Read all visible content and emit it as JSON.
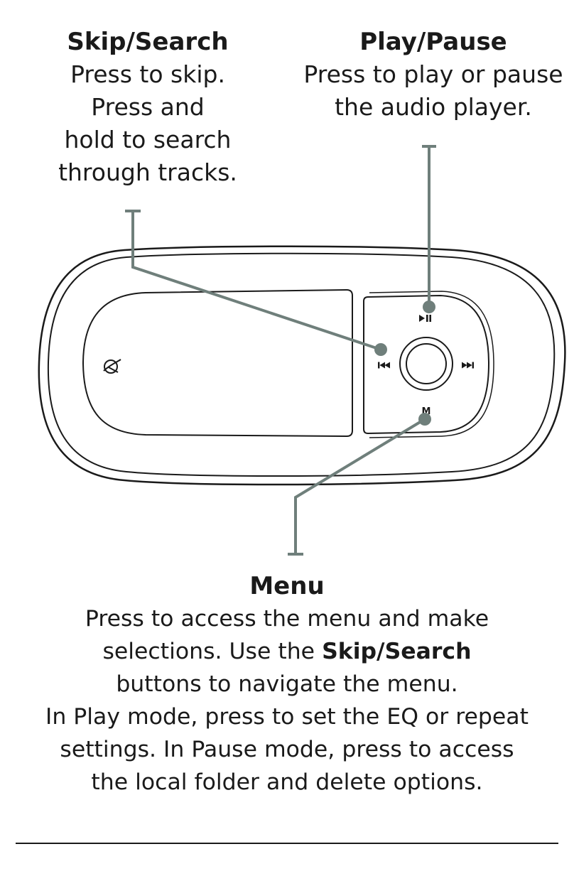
{
  "skip_search": {
    "title": "Skip/Search",
    "lines": [
      "Press to skip.",
      "Press and",
      "hold to search",
      "through tracks."
    ]
  },
  "play_pause": {
    "title": "Play/Pause",
    "lines": [
      "Press to play or pause",
      "the audio player."
    ]
  },
  "menu": {
    "title": "Menu",
    "line1": "Press to access the menu and make",
    "line2_pre": "selections. Use the ",
    "line2_bold": "Skip/Search",
    "line3": "buttons to navigate the menu.",
    "line4": "In Play mode, press to set the EQ or repeat",
    "line5": "settings. In Pause mode, press to access",
    "line6": "the local folder and delete options."
  },
  "device": {
    "play_pause_icon": "play-pause-icon",
    "prev_icon": "skip-back-icon",
    "next_icon": "skip-forward-icon",
    "menu_key_label": "M",
    "logo_icon": "brand-logo-icon",
    "callout_color": "#6f7f7b"
  }
}
